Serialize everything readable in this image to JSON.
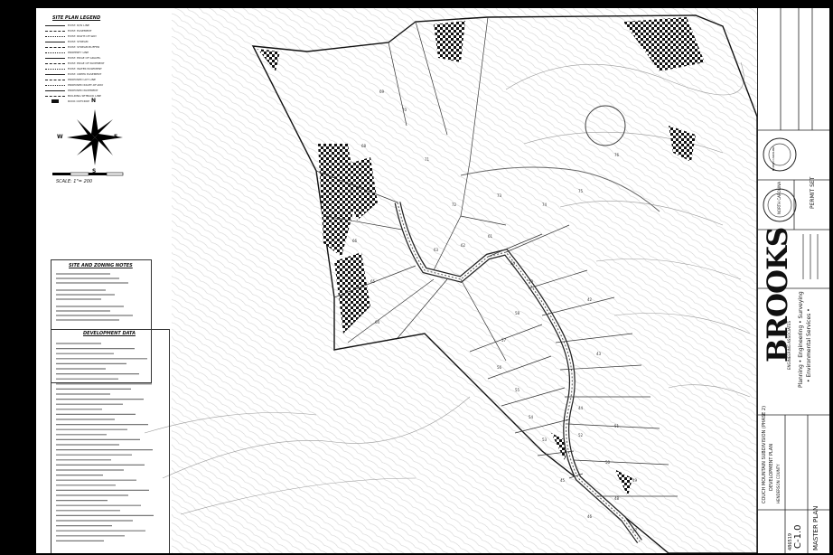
{
  "legend": {
    "title": "SITE PLAN LEGEND",
    "items": [
      "EXIST. R/W LINE",
      "EXIST. EASEMENT",
      "EXIST. RIGHT-OF-WAY",
      "EXIST. STREAM",
      "EXIST. STREAM BUFFER",
      "PROPERTY LINE",
      "EXIST. EDGE OF GRAVEL",
      "EXIST. EDGE OF PAVEMENT",
      "EXIST. WATER EASEMENT",
      "EXIST. CREEK EASEMENT",
      "PROPOSED LOT LINE",
      "PROPOSED RIGHT-OF-WAY",
      "PROPOSED PAVEMENT",
      "BUILDING SETBACK LINE",
      "ROCK OUTCROP"
    ]
  },
  "compass": {
    "n": "N",
    "s": "S",
    "e": "E",
    "w": "W"
  },
  "scale_text": "SCALE: 1\"= 200",
  "notes": {
    "title": "SITE AND ZONING NOTES"
  },
  "development": {
    "title": "DEVELOPMENT DATA"
  },
  "lots": [
    "76",
    "75",
    "74",
    "73",
    "72",
    "71",
    "70",
    "69",
    "68",
    "67",
    "66",
    "65",
    "64",
    "63",
    "62",
    "61",
    "60",
    "59",
    "58",
    "57",
    "56",
    "55",
    "54",
    "53",
    "52",
    "51",
    "50",
    "49",
    "48",
    "47",
    "46",
    "45",
    "44",
    "43",
    "42"
  ],
  "title_block": {
    "project": "COUCH MOUNTAIN SUBDIVISION (PHASE 2)",
    "plan": "DEVELOPMENT PLAN",
    "county": "HENDERSON COUNTY",
    "state": "NORTH CAROLINA",
    "sheet_no": "C-1.0",
    "sheet_name": "MASTER PLAN",
    "firm": "BROOKS",
    "firm_sub": "ENGINEERING ASSOCIATES",
    "services1": "Planning • Engineering • Surveying",
    "services2": "• Environmental Services •",
    "permit": "PERMIT SET",
    "seal": "NORTH CAROLINA",
    "job_no": "486519"
  }
}
